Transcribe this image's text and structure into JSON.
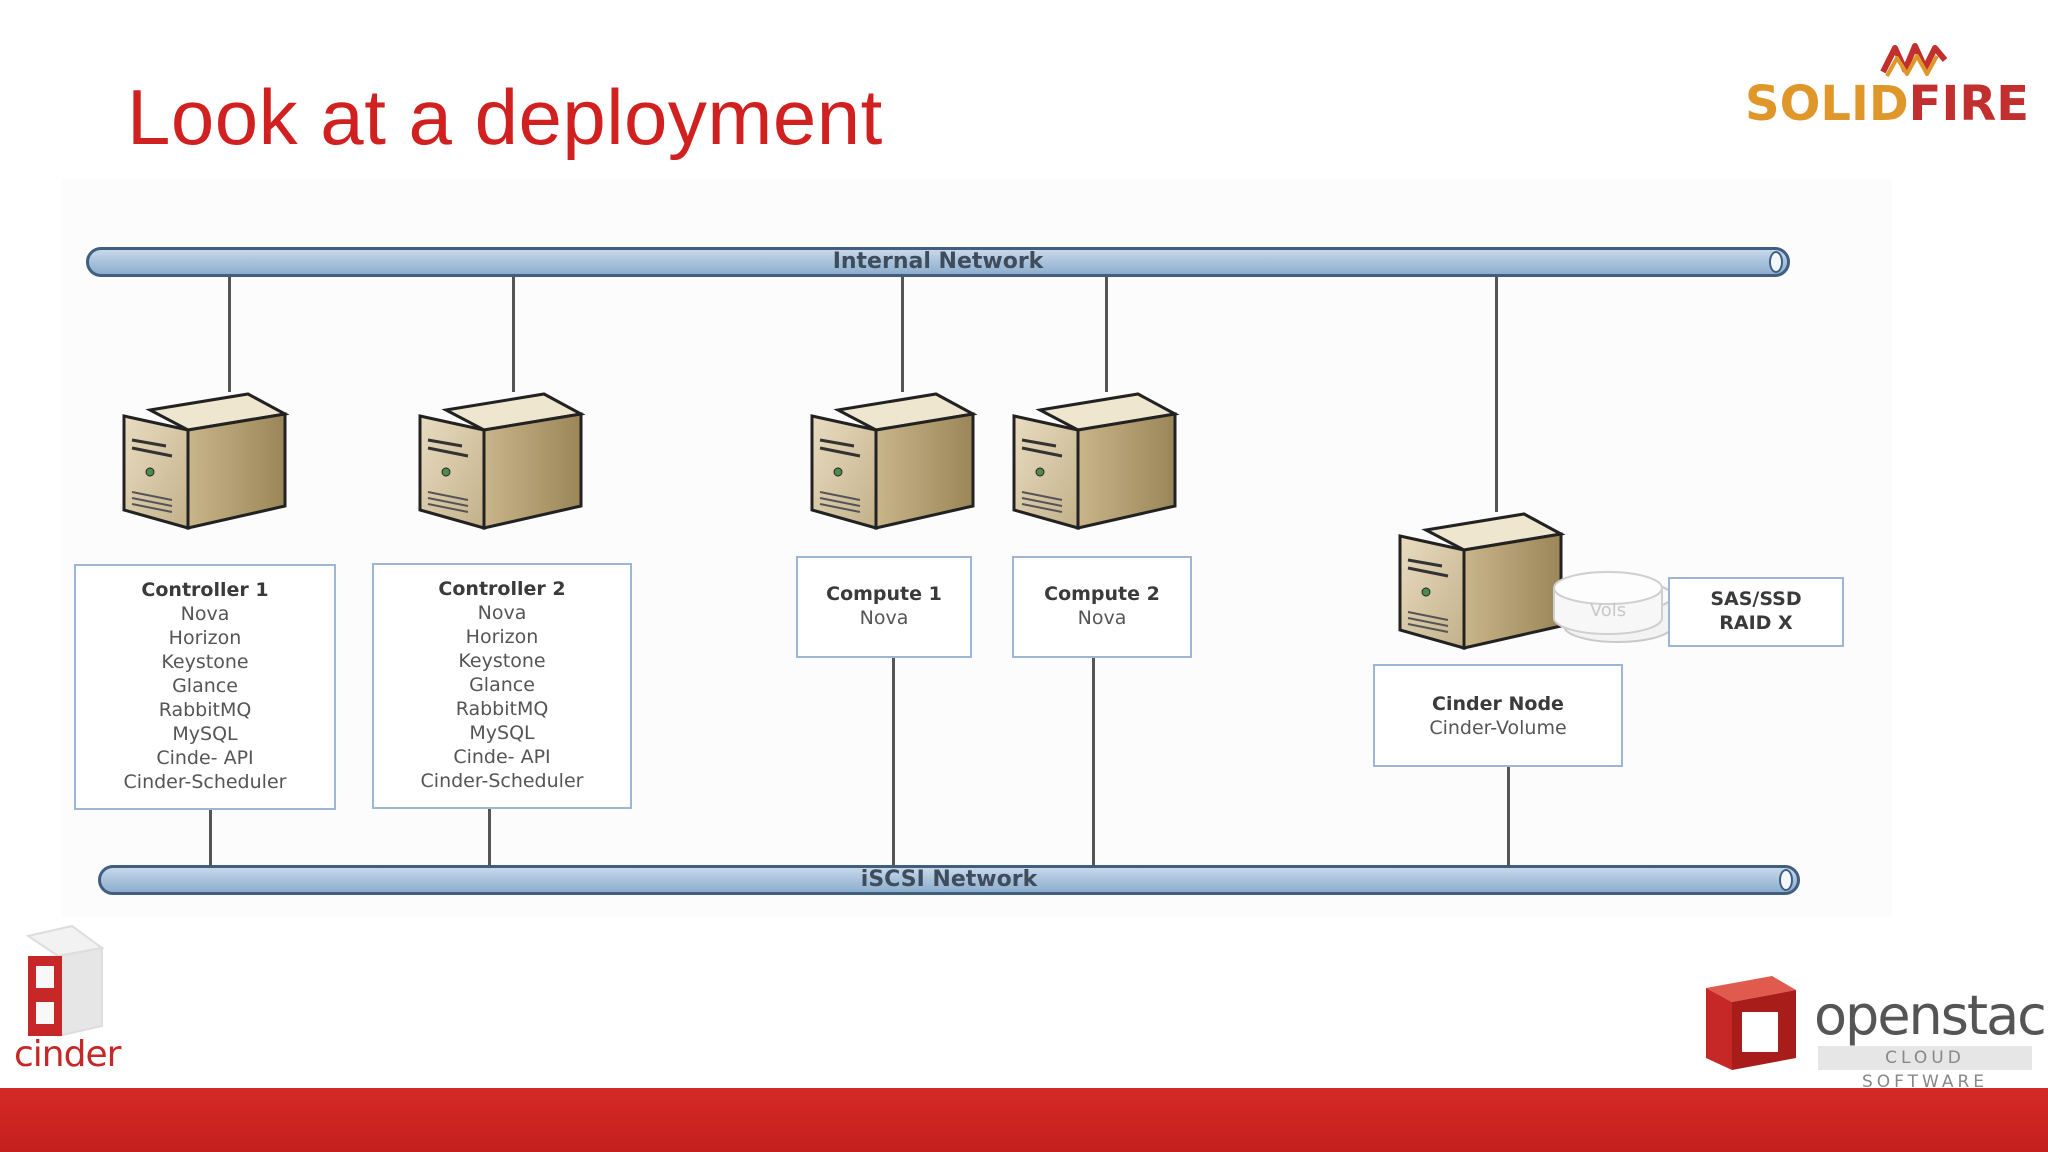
{
  "slide": {
    "title": "Look at a deployment"
  },
  "logos": {
    "solidfire": {
      "solid": "SOLID",
      "fire": "FIRE"
    },
    "cinder": "cinder",
    "openstack": {
      "word": "openstack",
      "subtitle": "CLOUD SOFTWARE"
    }
  },
  "diagram": {
    "internal_network": "Internal Network",
    "iscsi_network": "iSCSI Network",
    "nodes": {
      "controller1": {
        "title": "Controller 1",
        "services": [
          "Nova",
          "Horizon",
          "Keystone",
          "Glance",
          "RabbitMQ",
          "MySQL",
          "Cinde- API",
          "Cinder-Scheduler"
        ]
      },
      "controller2": {
        "title": "Controller 2",
        "services": [
          "Nova",
          "Horizon",
          "Keystone",
          "Glance",
          "RabbitMQ",
          "MySQL",
          "Cinde- API",
          "Cinder-Scheduler"
        ]
      },
      "compute1": {
        "title": "Compute 1",
        "services": [
          "Nova"
        ]
      },
      "compute2": {
        "title": "Compute 2",
        "services": [
          "Nova"
        ]
      },
      "cinder_node": {
        "title": "Cinder Node",
        "services": [
          "Cinder-Volume"
        ]
      }
    },
    "vols_label": "Vols",
    "storage": {
      "line1": "SAS/SSD",
      "line2": "RAID X"
    }
  },
  "colors": {
    "title_red": "#d0201f",
    "footer_red": "#c41f1d",
    "bus_blue": "#a8c2dc",
    "box_border": "#9db6d6"
  }
}
